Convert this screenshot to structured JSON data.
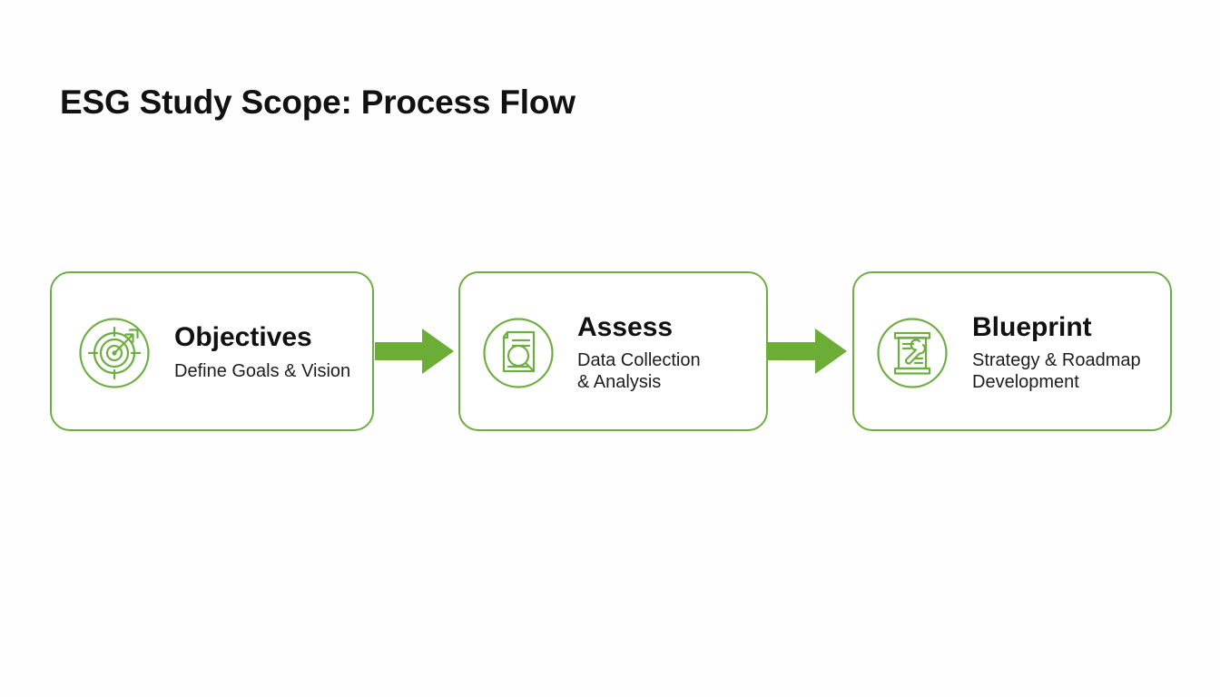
{
  "page": {
    "title": "ESG Study Scope: Process Flow",
    "background_color": "#fefefe",
    "accent_color": "#6EAE40",
    "arrow_color": "#6BAD35",
    "text_color": "#111111"
  },
  "flow": {
    "steps": [
      {
        "icon": "target-arrow-icon",
        "title": "Objectives",
        "subtitle": "Define Goals & Vision"
      },
      {
        "icon": "document-magnifier-icon",
        "title": "Assess",
        "subtitle": "Data Collection\n& Analysis"
      },
      {
        "icon": "blueprint-scroll-wrench-icon",
        "title": "Blueprint",
        "subtitle": "Strategy & Roadmap\nDevelopment"
      }
    ],
    "connectors": [
      {
        "name": "arrow-right-icon"
      },
      {
        "name": "arrow-right-icon"
      }
    ]
  }
}
